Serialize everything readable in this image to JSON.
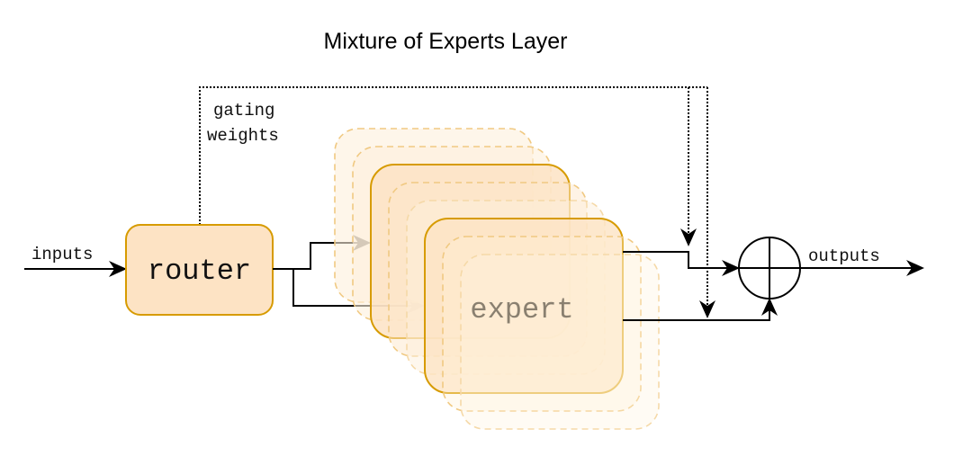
{
  "title": "Mixture of Experts Layer",
  "labels": {
    "inputs": "inputs",
    "outputs": "outputs",
    "gating_line1": "gating",
    "gating_line2": "weights",
    "router": "router",
    "expert": "expert"
  },
  "colors": {
    "box_fill": "#fde3c4",
    "box_stroke": "#d79b00",
    "ghost_fill": "#fdf0dc",
    "ghost_stroke": "#f0c982",
    "line": "#000000"
  },
  "nodes": [
    {
      "id": "router",
      "label": "router"
    },
    {
      "id": "expert-stack",
      "label": "expert",
      "count_visible": 2,
      "ghost_layers": 6
    },
    {
      "id": "sum",
      "symbol": "⊕"
    }
  ],
  "edges": [
    {
      "from": "inputs",
      "to": "router",
      "style": "solid"
    },
    {
      "from": "router",
      "to": "expert-1",
      "style": "solid"
    },
    {
      "from": "router",
      "to": "expert-2",
      "style": "solid"
    },
    {
      "from": "router",
      "to": "gating-weights",
      "style": "dotted"
    },
    {
      "from": "expert-1",
      "to": "sum",
      "style": "solid"
    },
    {
      "from": "expert-2",
      "to": "sum",
      "style": "solid"
    },
    {
      "from": "sum",
      "to": "outputs",
      "style": "solid"
    }
  ]
}
